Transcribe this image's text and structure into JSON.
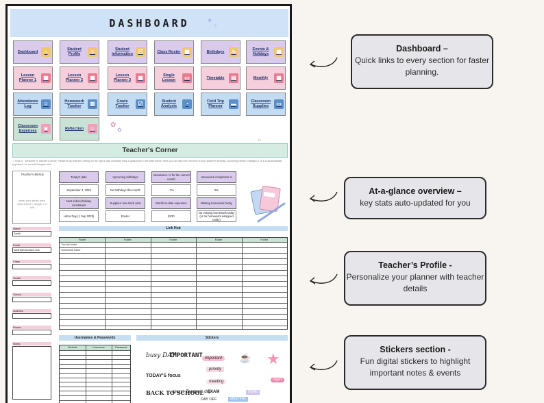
{
  "dashboard": {
    "title": "DASHBOARD",
    "tiles": [
      {
        "label": "Dashboard",
        "color": "purple",
        "icon": "home-icon",
        "glyph": "⌂"
      },
      {
        "label": "Student Profile",
        "color": "purple",
        "icon": "student-icon",
        "glyph": "☺"
      },
      {
        "label": "Student Information",
        "color": "purple",
        "icon": "info-icon",
        "glyph": "☷"
      },
      {
        "label": "Class Roster",
        "color": "purple",
        "icon": "board-icon",
        "glyph": "▦"
      },
      {
        "label": "Birthdays",
        "color": "purple",
        "icon": "cake-icon",
        "glyph": "♨"
      },
      {
        "label": "Events & Holidays",
        "color": "purple",
        "icon": "calendar-icon",
        "glyph": "▦"
      },
      {
        "label": "Lesson Planner 1",
        "color": "pink",
        "icon": "calendar-icon",
        "glyph": "▦"
      },
      {
        "label": "Lesson Planner 2",
        "color": "pink",
        "icon": "calendar-icon",
        "glyph": "▦"
      },
      {
        "label": "Lesson Planner 3",
        "color": "pink",
        "icon": "calendar-icon",
        "glyph": "▦"
      },
      {
        "label": "Single Lesson",
        "color": "pink",
        "icon": "board-icon",
        "glyph": "▭"
      },
      {
        "label": "Timetable",
        "color": "pink",
        "icon": "clipboard-icon",
        "glyph": "▤"
      },
      {
        "label": "Monthly",
        "color": "pink",
        "icon": "calendar-icon",
        "glyph": "▦"
      },
      {
        "label": "Attendance Log",
        "color": "blue",
        "icon": "teacher-icon",
        "glyph": "☺"
      },
      {
        "label": "Homework Tracker",
        "color": "blue",
        "icon": "book-icon",
        "glyph": "▥"
      },
      {
        "label": "Grade Tracker",
        "color": "blue",
        "icon": "checklist-icon",
        "glyph": "☑"
      },
      {
        "label": "Student Analysis",
        "color": "blue",
        "icon": "chart-icon",
        "glyph": "◔"
      },
      {
        "label": "Field Trip Planner",
        "color": "blue",
        "icon": "bus-icon",
        "glyph": "▬"
      },
      {
        "label": "Classroom Supplies",
        "color": "blue",
        "icon": "board-icon",
        "glyph": "▭"
      },
      {
        "label": "Classroom Expenses",
        "color": "green",
        "icon": "jar-icon",
        "glyph": "◙"
      },
      {
        "label": "Reflection",
        "color": "green",
        "icon": "girl-icon",
        "glyph": "☺"
      }
    ]
  },
  "teachers_corner": {
    "title": "Teacher's Corner",
    "note": "✓ How to · Welcome to Teacher's corner. Please fill up teacher's bitmoji on the right & add important links & passwords in the table below. Here you can also see overview of your student's birthday, upcoming events / holidays & % & is automatically populated, do not edit the grey cells.",
    "bitmoji_title": "Teacher's Bitmoji",
    "bitmoji_hint": "Insert your photo here. Click Insert > Image > In cell",
    "stats": [
      {
        "label": "Today's date",
        "value": "September 4, 2025"
      },
      {
        "label": "Upcoming birthdays",
        "value": "No birthdays this month"
      },
      {
        "label": "Attendance % for the current month",
        "value": "-7%"
      },
      {
        "label": "Homework completion %",
        "value": "0%"
      },
      {
        "label": "Next school holiday countdown",
        "value": "Labor Day (1 Sep 2025)"
      },
      {
        "label": "Supplies: low stock alert",
        "value": "Eraser"
      },
      {
        "label": "Month-to-date expenses",
        "value": "$230"
      },
      {
        "label": "Missing homework today",
        "value": "No missing homework today (or no homework assigned today)"
      }
    ]
  },
  "profile": {
    "fields": [
      {
        "label": "Name",
        "value": "Sarah"
      },
      {
        "label": "Email",
        "value": "sarah@education.com"
      },
      {
        "label": "Class",
        "value": ""
      },
      {
        "label": "Grade",
        "value": ""
      },
      {
        "label": "School",
        "value": ""
      },
      {
        "label": "Address",
        "value": ""
      },
      {
        "label": "Phone",
        "value": ""
      },
      {
        "label": "Notes",
        "value": ""
      }
    ]
  },
  "link_hub": {
    "title": "Link Hub",
    "columns": [
      "Folder",
      "Folder",
      "Folder",
      "Folder",
      "Folder"
    ],
    "rows": [
      "Tutorial folder",
      "Homework folder"
    ]
  },
  "usernames": {
    "title": "Usernames & Passwords",
    "columns": [
      "Website",
      "Username",
      "Password"
    ]
  },
  "stickers": {
    "title": "Stickers",
    "items": [
      "busy DAY",
      "IMPORTANT",
      "important",
      "priority",
      "meeting",
      "EXAM",
      "TODAY'S focus",
      "BACK TO SCHOOL",
      "always Teacher's day",
      "DAY OFF",
      "DONE",
      "MEETING",
      "urgent"
    ]
  },
  "callouts": [
    {
      "title": "Dashboard –",
      "desc": "Quick links to every section for faster planning."
    },
    {
      "title": "At-a-glance overview –",
      "desc": "key stats auto-updated for you"
    },
    {
      "title": "Teacher’s Profile -",
      "desc": "Personalize your planner with teacher details"
    },
    {
      "title": "Stickers section -",
      "desc": "Fun digital stickers to highlight important notes & events"
    }
  ],
  "colors": {
    "purple": "#dacbed",
    "pink": "#f6cfdc",
    "blue": "#c4dcf1",
    "green": "#c8e3d5",
    "accent_border": "#1a1a1a",
    "callout_bg": "#e6e6ea"
  }
}
